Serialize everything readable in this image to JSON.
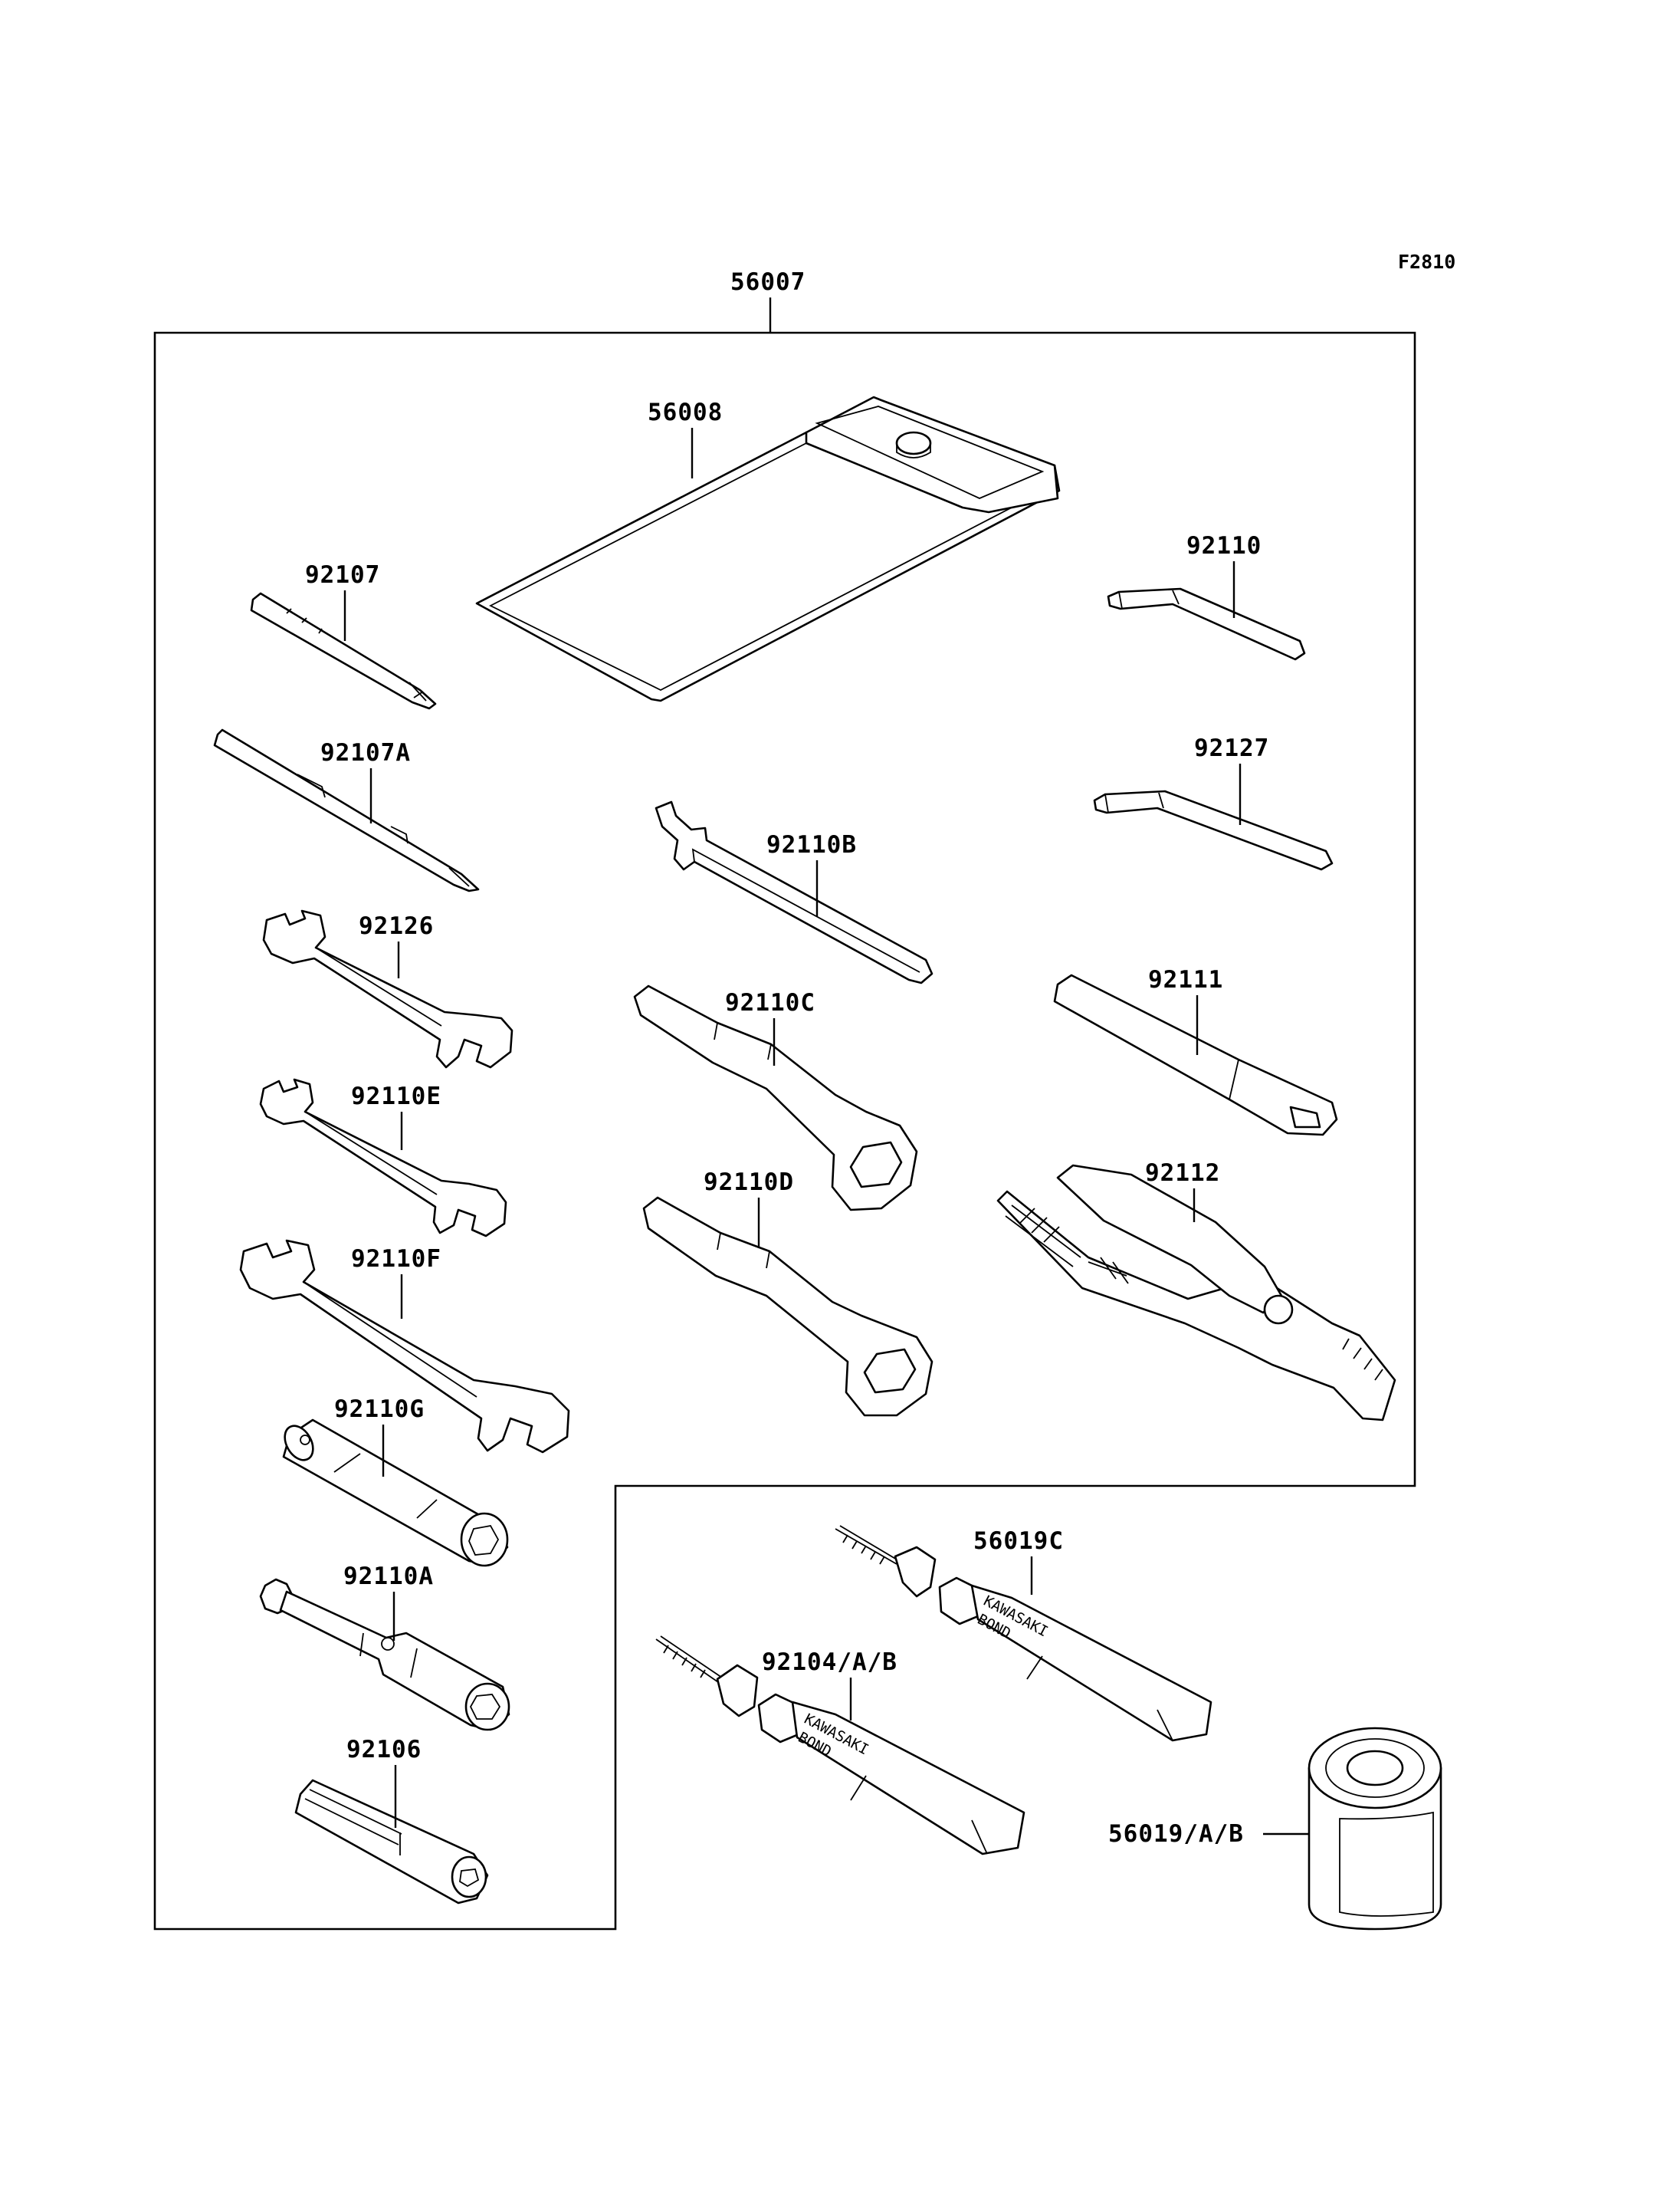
{
  "figure_id": "F2810",
  "callouts": {
    "c56007": "56007",
    "c56008": "56008",
    "c92107": "92107",
    "c92107A": "92107A",
    "c92126": "92126",
    "c92110E": "92110E",
    "c92110F": "92110F",
    "c92110G": "92110G",
    "c92110A": "92110A",
    "c92106": "92106",
    "c92110": "92110",
    "c92127": "92127",
    "c92110B": "92110B",
    "c92110C": "92110C",
    "c92110D": "92110D",
    "c92111": "92111",
    "c92112": "92112",
    "c56019C": "56019C",
    "c92104AB": "92104/A/B",
    "c56019AB": "56019/A/B"
  },
  "tube_print": {
    "brand": "KAWASAKI",
    "product": "BOND"
  }
}
